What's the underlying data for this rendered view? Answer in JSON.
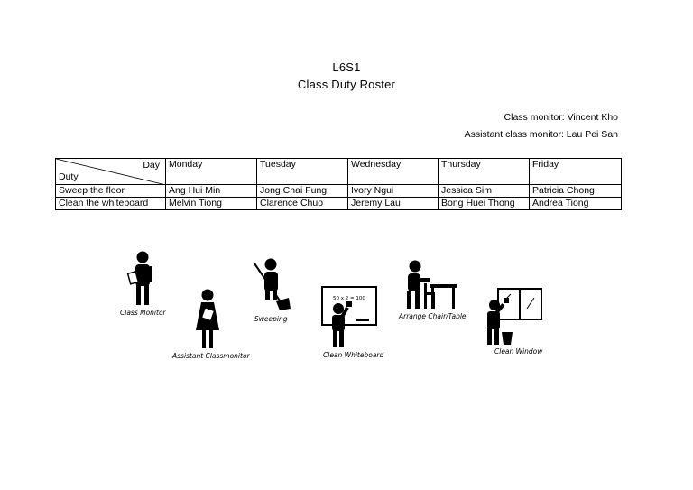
{
  "document": {
    "class_code": "L6S1",
    "title": "Class Duty Roster",
    "class_monitor": "Class monitor: Vincent Kho",
    "assistant_monitor": "Assistant class monitor: Lau Pei San"
  },
  "roster": {
    "day_label": "Day",
    "duty_label": "Duty",
    "days": [
      "Monday",
      "Tuesday",
      "Wednesday",
      "Thursday",
      "Friday"
    ],
    "rows": [
      {
        "duty": "Sweep the floor",
        "names": [
          "Ang Hui Min",
          "Jong Chai Fung",
          "Ivory Ngui",
          "Jessica Sim",
          "Patricia Chong"
        ]
      },
      {
        "duty": "Clean the whiteboard",
        "names": [
          "Melvin Tiong",
          "Clarence Chuo",
          "Jeremy Lau",
          "Bong Huei Thong",
          "Andrea Tiong"
        ]
      }
    ]
  },
  "figures": {
    "class_monitor": "Class Monitor",
    "assistant": "Assistant Classmonitor",
    "sweeping": "Sweeping",
    "whiteboard": "Clean Whiteboard",
    "whiteboard_text": "50 x 2 = 100",
    "arrange": "Arrange Chair/Table",
    "window": "Clean Window"
  }
}
